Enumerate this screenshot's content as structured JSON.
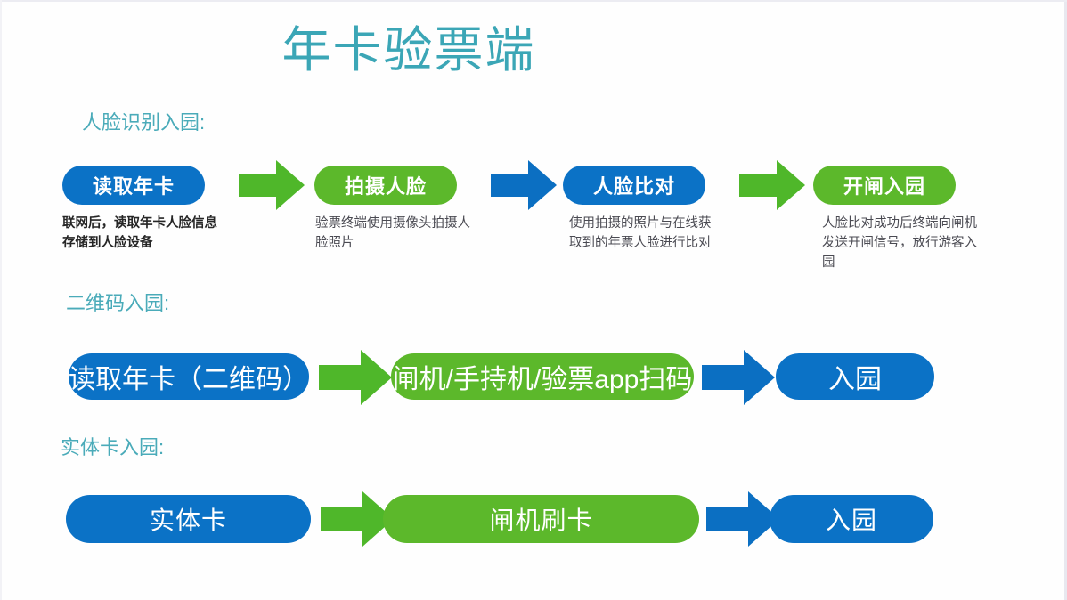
{
  "slide": {
    "title": "年卡验票端",
    "title_color": "#3ba6b6",
    "background": "#ffffff",
    "accent_blue": "#0b72c6",
    "accent_green": "#5cb82b"
  },
  "sections": [
    {
      "label": "人脸识别入园:"
    },
    {
      "label": "二维码入园:"
    },
    {
      "label": "实体卡入园:"
    }
  ],
  "face_flow": {
    "steps": [
      {
        "box": "读取年卡",
        "color": "blue",
        "caption": "联网后，读取年卡人脸信息存储到人脸设备"
      },
      {
        "box": "拍摄人脸",
        "color": "green",
        "caption": "验票终端使用摄像头拍摄人脸照片"
      },
      {
        "box": "人脸比对",
        "color": "blue",
        "caption": "使用拍摄的照片与在线获取到的年票人脸进行比对"
      },
      {
        "box": "开闸入园",
        "color": "green",
        "caption": "人脸比对成功后终端向闸机发送开闸信号，放行游客入园"
      }
    ],
    "arrows": [
      {
        "color": "green",
        "name": "arrow-right-icon"
      },
      {
        "color": "blue",
        "name": "arrow-right-icon"
      },
      {
        "color": "green",
        "name": "arrow-right-icon"
      }
    ]
  },
  "qr_flow": {
    "steps": [
      {
        "box": "读取年卡（二维码）",
        "color": "blue"
      },
      {
        "box": "闸机/手持机/验票app扫码",
        "color": "green"
      },
      {
        "box": "入园",
        "color": "blue"
      }
    ],
    "arrows": [
      {
        "color": "green",
        "name": "arrow-right-icon"
      },
      {
        "color": "blue",
        "name": "arrow-right-icon"
      }
    ]
  },
  "card_flow": {
    "steps": [
      {
        "box": "实体卡",
        "color": "blue"
      },
      {
        "box": "闸机刷卡",
        "color": "green"
      },
      {
        "box": "入园",
        "color": "blue"
      }
    ],
    "arrows": [
      {
        "color": "green",
        "name": "arrow-right-icon"
      },
      {
        "color": "blue",
        "name": "arrow-right-icon"
      }
    ]
  }
}
